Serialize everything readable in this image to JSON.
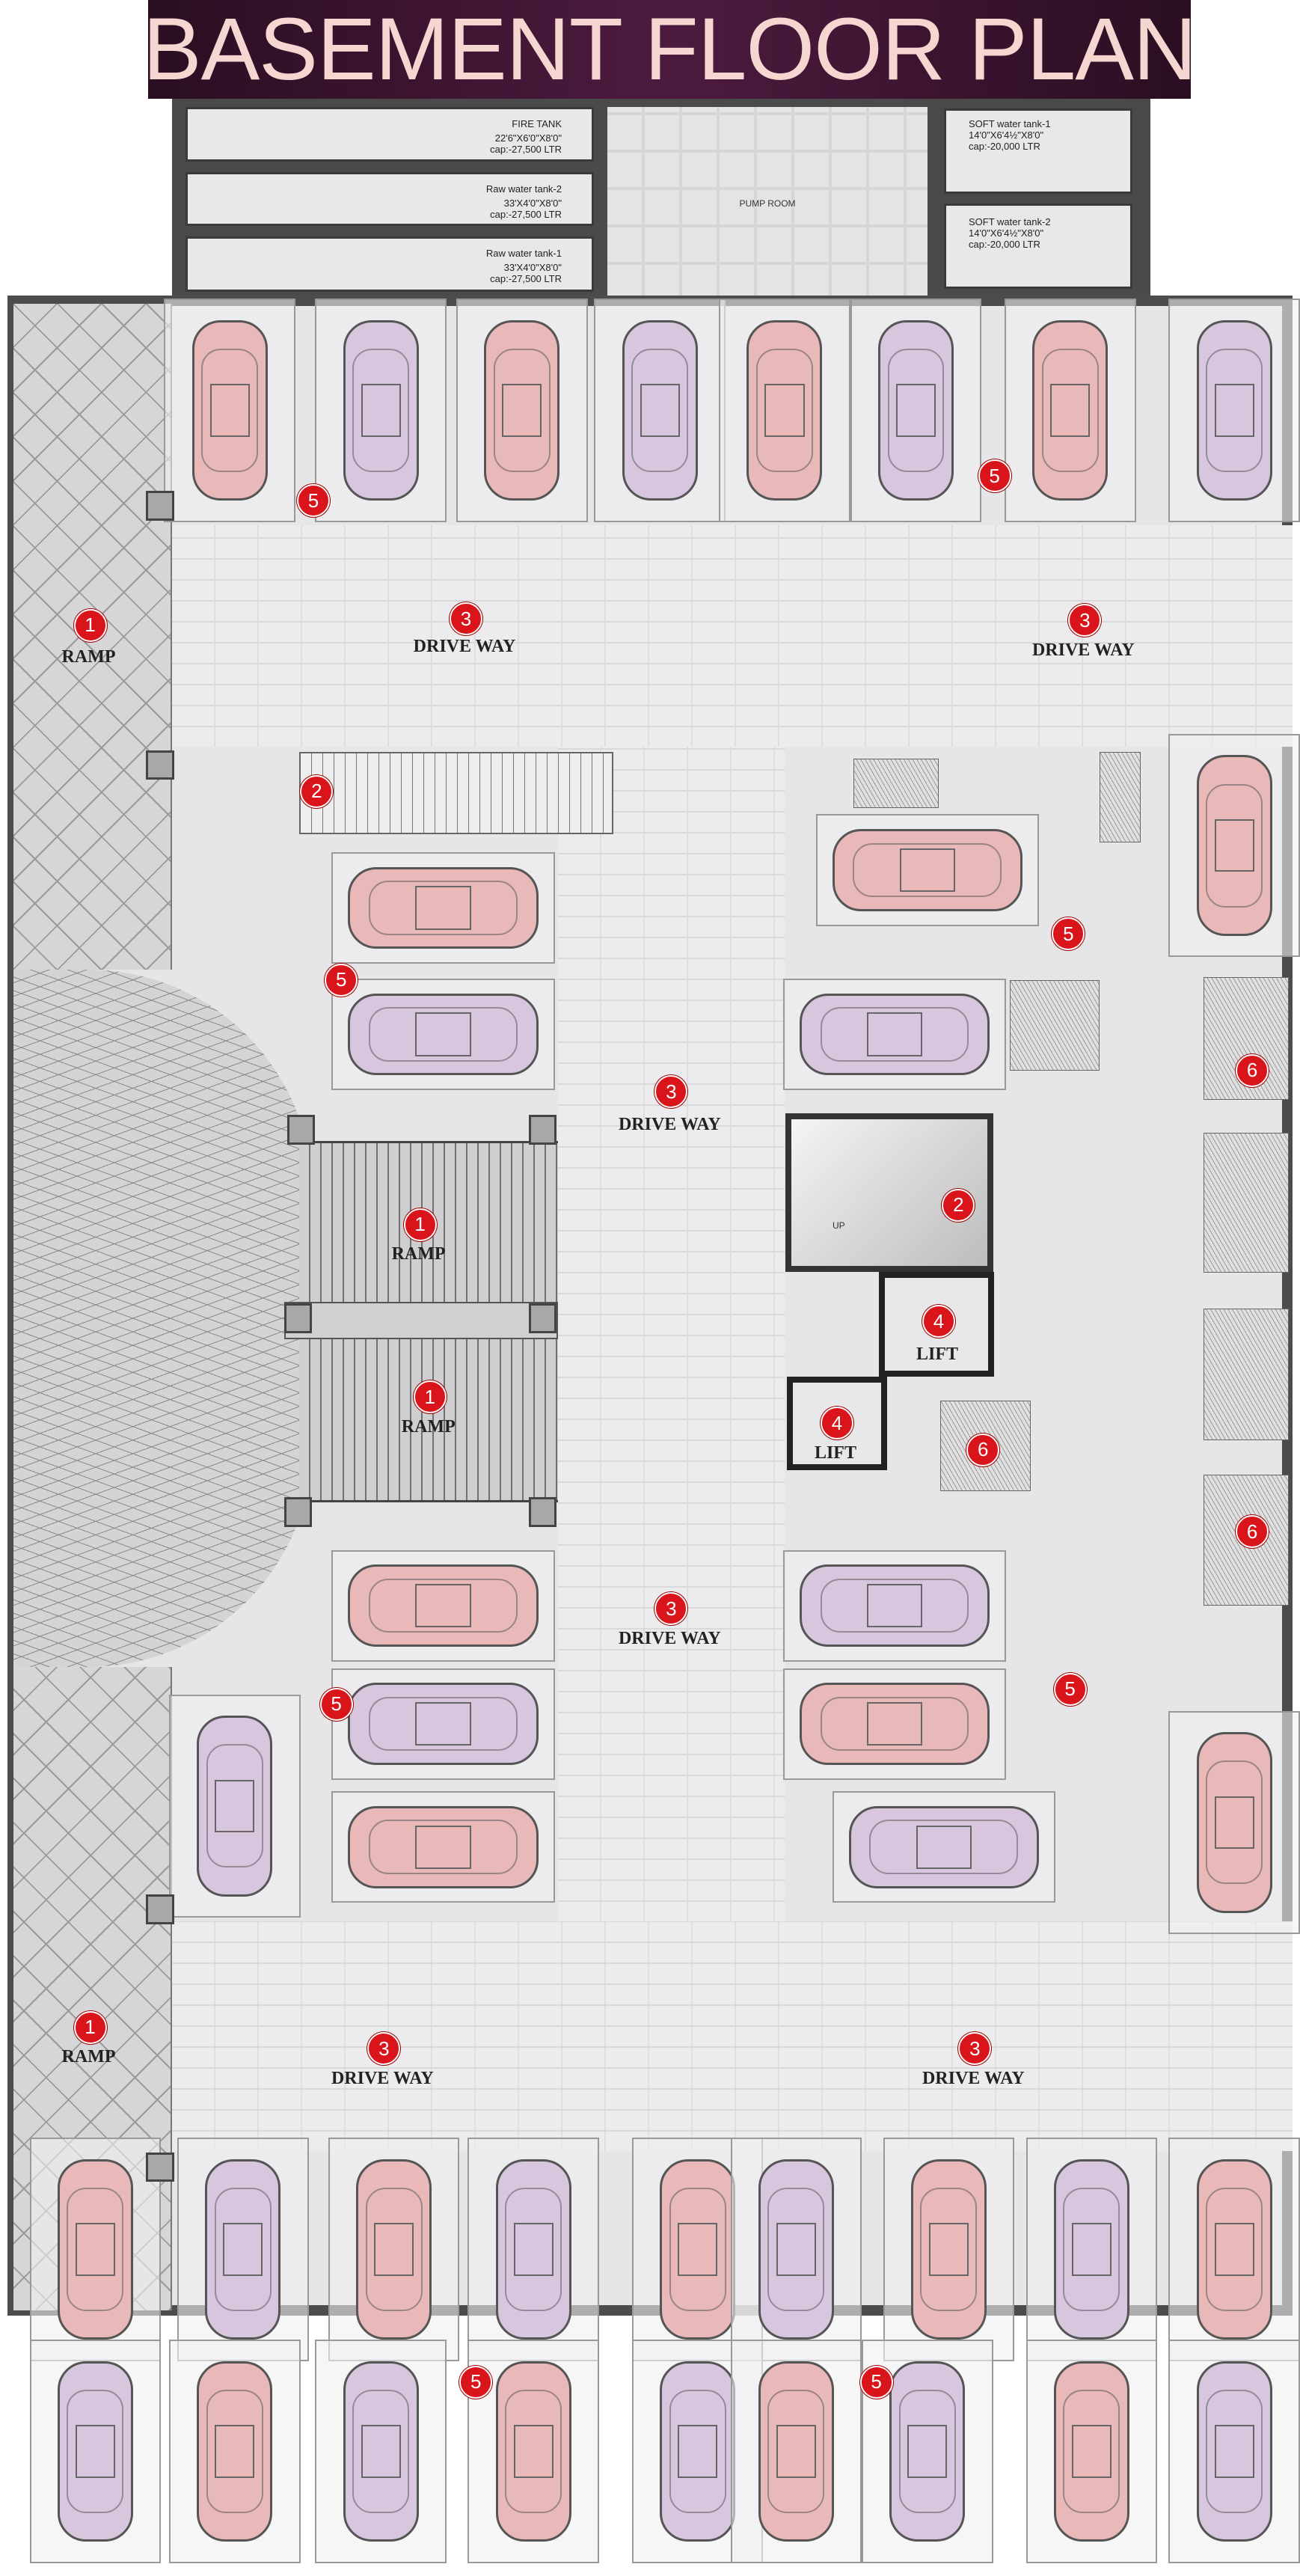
{
  "title": "BASEMENT FLOOR PLAN",
  "tanks": [
    {
      "name": "FIRE TANK",
      "size": "22'6\"X6'0\"X8'0\"",
      "capacity": "cap:-27,500 LTR"
    },
    {
      "name": "Raw water tank-2",
      "size": "33'X4'0\"X8'0\"",
      "capacity": "cap:-27,500 LTR"
    },
    {
      "name": "Raw water tank-1",
      "size": "33'X4'0\"X8'0\"",
      "capacity": "cap:-27,500 LTR"
    },
    {
      "name": "SOFT water tank-1",
      "size": "14'0\"X6'4½\"X8'0\"",
      "capacity": "cap:-20,000 LTR"
    },
    {
      "name": "SOFT water tank-2",
      "size": "14'0\"X6'4½\"X8'0\"",
      "capacity": "cap:-20,000 LTR"
    }
  ],
  "pump_room": "PUMP ROOM",
  "stair_up": "UP",
  "markers": [
    {
      "num": "1",
      "label": "RAMP"
    },
    {
      "num": "3",
      "label": "DRIVE WAY"
    },
    {
      "num": "3",
      "label": "DRIVE WAY"
    },
    {
      "num": "2",
      "label": ""
    },
    {
      "num": "5",
      "label": ""
    },
    {
      "num": "5",
      "label": ""
    },
    {
      "num": "5",
      "label": ""
    },
    {
      "num": "5",
      "label": ""
    },
    {
      "num": "6",
      "label": ""
    },
    {
      "num": "3",
      "label": "DRIVE WAY"
    },
    {
      "num": "2",
      "label": ""
    },
    {
      "num": "1",
      "label": "RAMP"
    },
    {
      "num": "4",
      "label": "LIFT"
    },
    {
      "num": "1",
      "label": "RAMP"
    },
    {
      "num": "4",
      "label": "LIFT"
    },
    {
      "num": "6",
      "label": ""
    },
    {
      "num": "6",
      "label": ""
    },
    {
      "num": "3",
      "label": "DRIVE WAY"
    },
    {
      "num": "5",
      "label": ""
    },
    {
      "num": "5",
      "label": ""
    },
    {
      "num": "1",
      "label": "RAMP"
    },
    {
      "num": "3",
      "label": "DRIVE WAY"
    },
    {
      "num": "3",
      "label": "DRIVE WAY"
    },
    {
      "num": "5",
      "label": ""
    },
    {
      "num": "5",
      "label": ""
    }
  ],
  "colors": {
    "banner": "#3c1530",
    "banner_text": "#f6d6d0",
    "marker": "#d9151b",
    "car_pink": "#e9b9b9",
    "car_purple": "#d8c6df",
    "wall": "#4c4c4c"
  }
}
